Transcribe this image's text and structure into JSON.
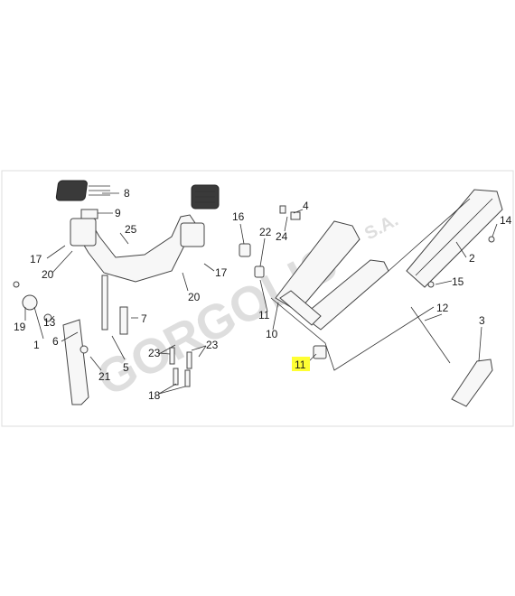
{
  "watermark": {
    "main": "GORGOLIS",
    "suffix": "S.A."
  },
  "callouts": [
    {
      "id": "c8",
      "text": "8"
    },
    {
      "id": "c9",
      "text": "9"
    },
    {
      "id": "c25",
      "text": "25"
    },
    {
      "id": "c17a",
      "text": "17"
    },
    {
      "id": "c20a",
      "text": "20"
    },
    {
      "id": "c17b",
      "text": "17"
    },
    {
      "id": "c20b",
      "text": "20"
    },
    {
      "id": "c19",
      "text": "19"
    },
    {
      "id": "c1",
      "text": "1"
    },
    {
      "id": "c13",
      "text": "13"
    },
    {
      "id": "c6",
      "text": "6"
    },
    {
      "id": "c21",
      "text": "21"
    },
    {
      "id": "c5",
      "text": "5"
    },
    {
      "id": "c7",
      "text": "7"
    },
    {
      "id": "c23a",
      "text": "23"
    },
    {
      "id": "c23b",
      "text": "23"
    },
    {
      "id": "c18",
      "text": "18"
    },
    {
      "id": "c16",
      "text": "16"
    },
    {
      "id": "c22",
      "text": "22"
    },
    {
      "id": "c4",
      "text": "4"
    },
    {
      "id": "c24",
      "text": "24"
    },
    {
      "id": "c11a",
      "text": "11"
    },
    {
      "id": "c10",
      "text": "10"
    },
    {
      "id": "c11b",
      "text": "11"
    },
    {
      "id": "c14",
      "text": "14"
    },
    {
      "id": "c2",
      "text": "2"
    },
    {
      "id": "c15",
      "text": "15"
    },
    {
      "id": "c12",
      "text": "12"
    },
    {
      "id": "c3",
      "text": "3"
    }
  ],
  "highlight": {
    "callout": "c11b",
    "color": "#ffff33"
  }
}
